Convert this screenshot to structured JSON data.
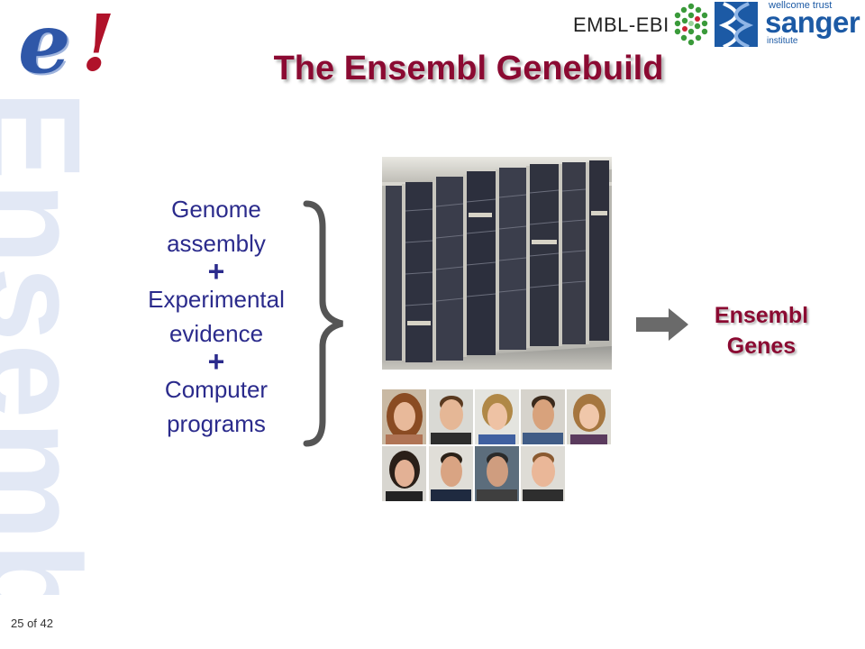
{
  "watermark": "Ensembl",
  "logo": {
    "e": "e",
    "bang": "!"
  },
  "partners": {
    "embl": "EMBL-EBI",
    "wellcome": "wellcome trust",
    "sanger": "sanger",
    "institute": "institute"
  },
  "title": "The Ensembl Genebuild",
  "inputs": {
    "line1": "Genome",
    "line2": "assembly",
    "plus1": "+",
    "line3": "Experimental",
    "line4": "evidence",
    "plus2": "+",
    "line5": "Computer",
    "line6": "programs"
  },
  "output": {
    "line1": "Ensembl",
    "line2": "Genes"
  },
  "slide_number": "25 of 42",
  "colors": {
    "title": "#8b0a32",
    "inputs": "#2b2b8c",
    "watermark": "#e2e8f5",
    "logo_blue": "#2f57a8",
    "logo_red": "#b0122a"
  },
  "images": [
    "server-farm-photo",
    "team-photos"
  ]
}
